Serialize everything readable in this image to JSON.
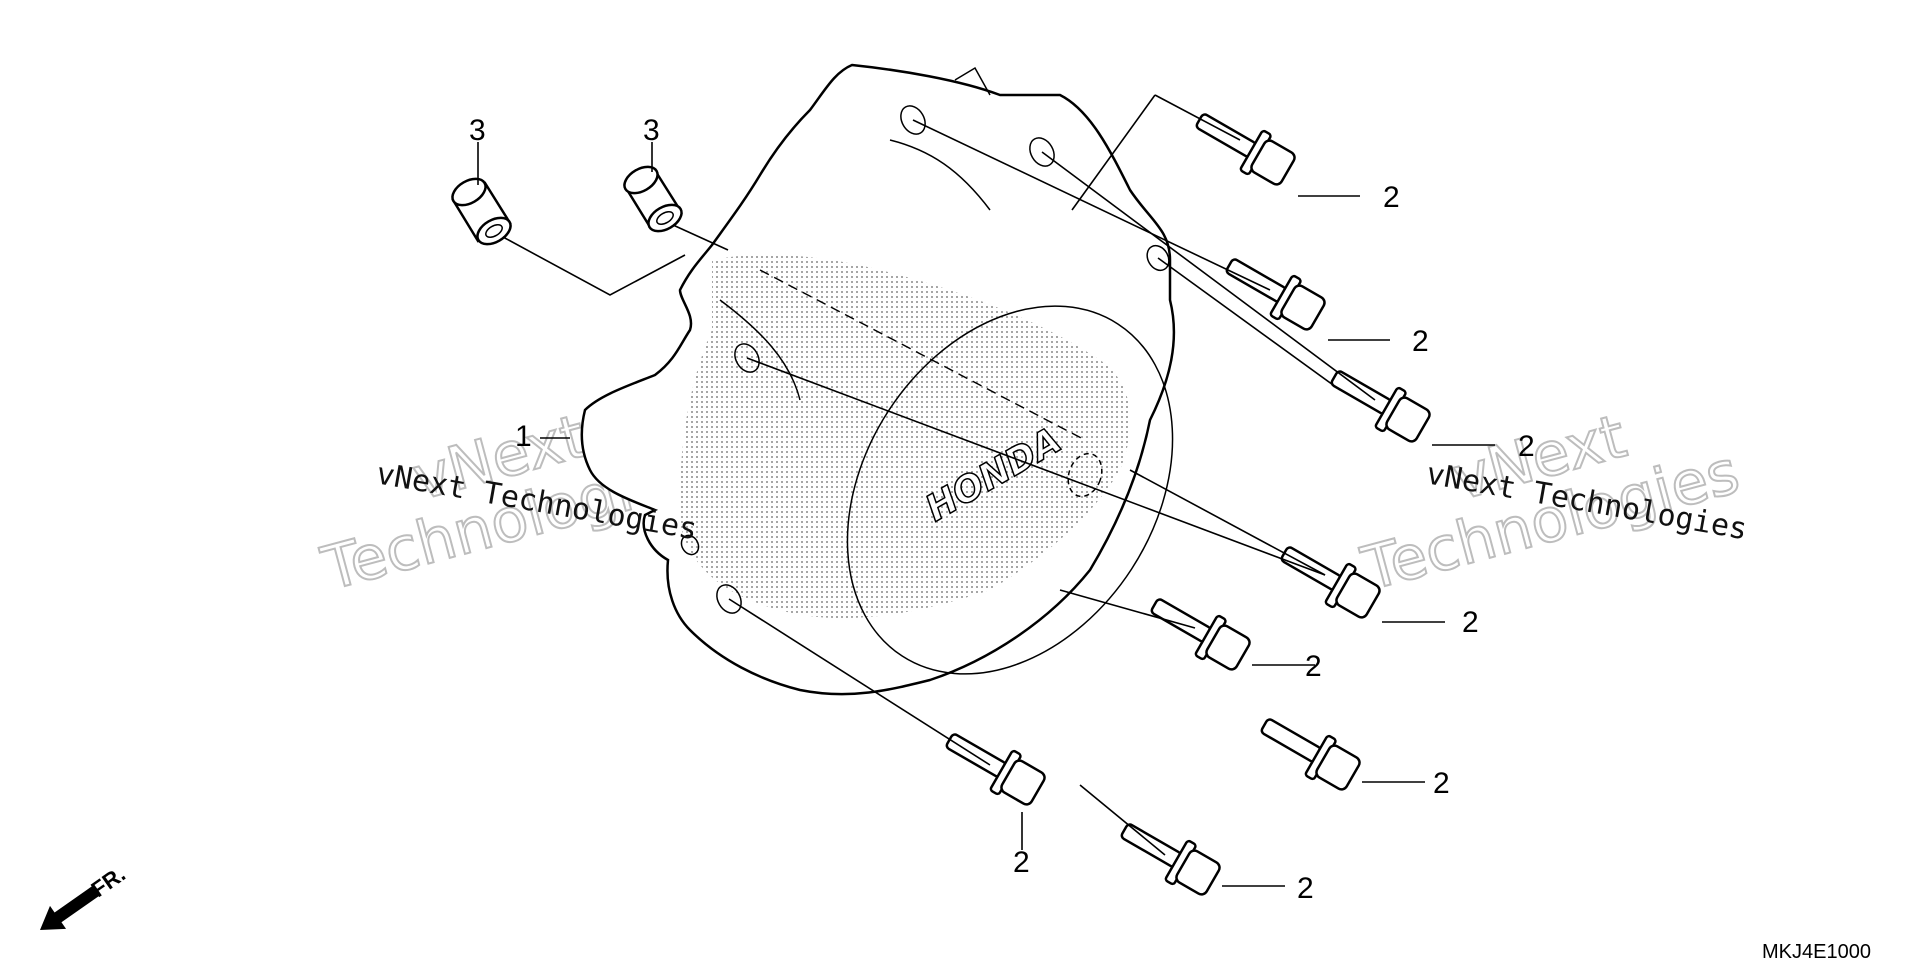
{
  "callouts": {
    "cover": "1",
    "bolt": "2",
    "dowel": "3"
  },
  "brand_mark": "HONDA",
  "watermarks": {
    "line1": "vNext",
    "line2": "Technologies",
    "plain": "vNext Technologies"
  },
  "footer": {
    "diagram_code": "MKJ4E1000",
    "front_label": "FR."
  },
  "colors": {
    "line": "#000000",
    "watermark": "#bdbdbd",
    "stipple": "#8a8a8a"
  }
}
